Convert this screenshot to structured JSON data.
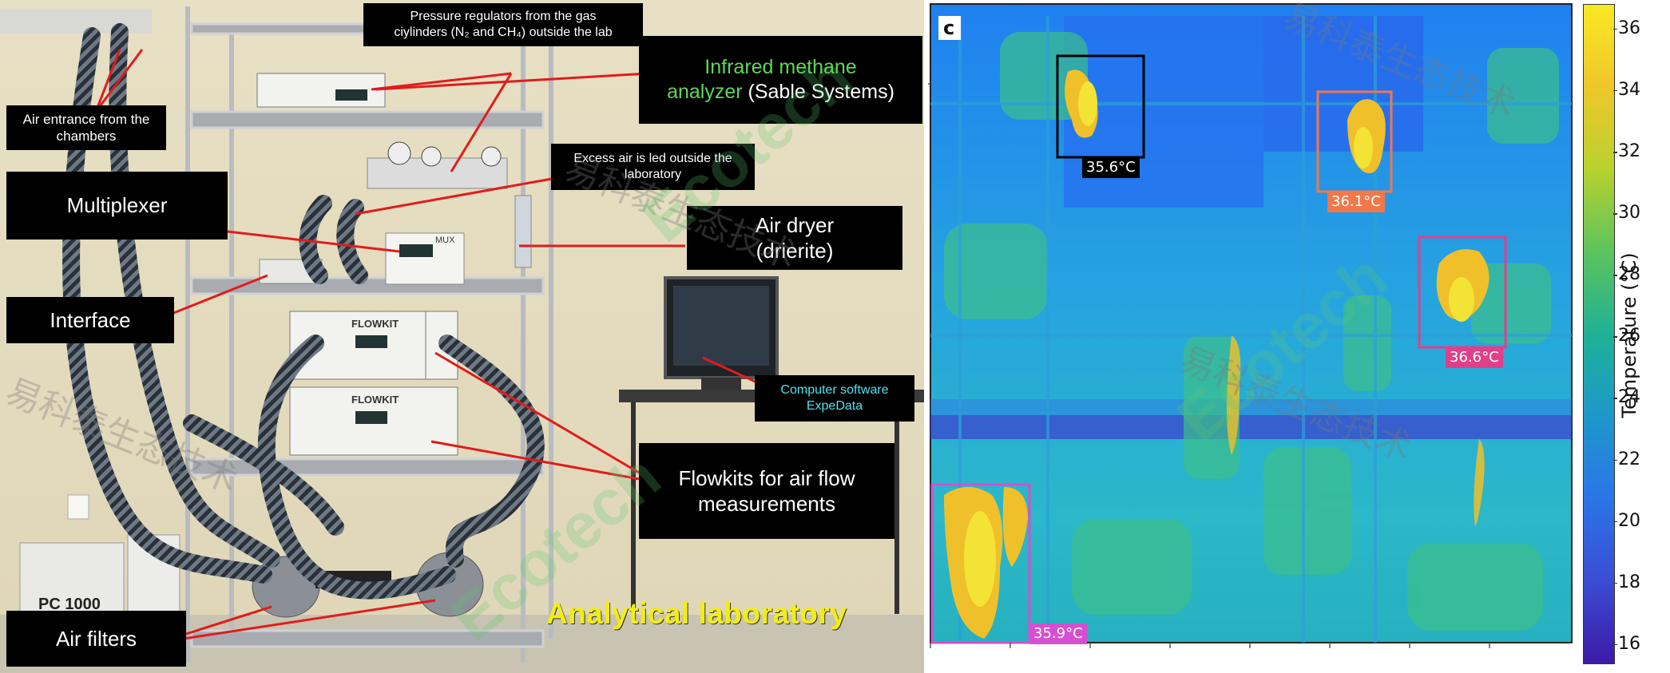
{
  "left_panel": {
    "labels": {
      "air_entrance": "Air entrance from the chambers",
      "pressure_regulators_line1": "Pressure regulators from the gas",
      "pressure_regulators_line2": "ciylinders (N₂ and CH₄) outside the lab",
      "infrared_green": "Infrared methane",
      "infrared_green2": "analyzer",
      "infrared_white": " (Sable Systems)",
      "excess_air_line1": "Excess air is led outside the",
      "excess_air_line2": "laboratory",
      "multiplexer": "Multiplexer",
      "air_dryer_line1": "Air dryer",
      "air_dryer_line2": "(drierite)",
      "interface": "Interface",
      "computer_line1": "Computer software",
      "computer_line2": "ExpeData",
      "flowkits_line1": "Flowkits for air flow",
      "flowkits_line2": "measurements",
      "air_filters": "Air filters",
      "analytical_lab": "Analytical laboratory"
    },
    "device_text": {
      "flowkit": "FLOWKIT",
      "mux": "MUX",
      "pc1000": "PC 1000"
    }
  },
  "right_panel": {
    "panel_letter": "c",
    "colorbar_label": "Temperature (°C)",
    "colorbar_ticks": [
      "36",
      "34",
      "32",
      "30",
      "28",
      "26",
      "24",
      "22",
      "20",
      "18",
      "16"
    ],
    "colorbar_range": [
      15.4,
      36.8
    ],
    "tags": {
      "t1": "35.6°C",
      "t2": "36.1°C",
      "t3": "36.6°C",
      "t4": "35.9°C"
    },
    "tag_colors": {
      "t1": "#000000",
      "t2": "#f0784a",
      "t3": "#e0408a",
      "t4": "#d64fd0"
    }
  },
  "watermark": {
    "chinese": "易科泰生态技术",
    "latin": "Ecotech"
  }
}
